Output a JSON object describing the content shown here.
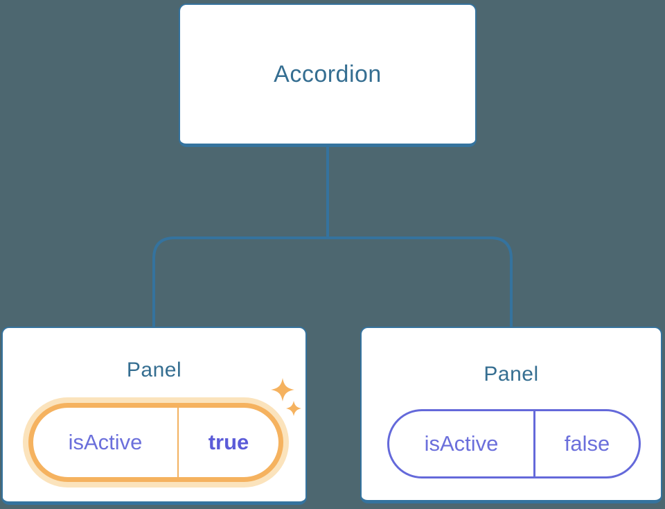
{
  "diagram": {
    "root": {
      "label": "Accordion"
    },
    "panels": [
      {
        "title": "Panel",
        "state": {
          "key": "isActive",
          "value": "true"
        },
        "highlighted": true
      },
      {
        "title": "Panel",
        "state": {
          "key": "isActive",
          "value": "false"
        },
        "highlighted": false
      }
    ]
  },
  "icons": {
    "sparkle": "four-pointed-star ✦"
  },
  "colors": {
    "background": "#4D6770",
    "node-border": "#35739E",
    "node-bg": "#FFFFFF",
    "heading-text": "#356E91",
    "purple-text": "#6B6FDB",
    "purple-bold": "#5B5BD8",
    "purple-border": "#6469DA",
    "orange": "#F5B25F",
    "orange-glow": "#FBE3BC",
    "orange-divider": "#F2B160"
  }
}
